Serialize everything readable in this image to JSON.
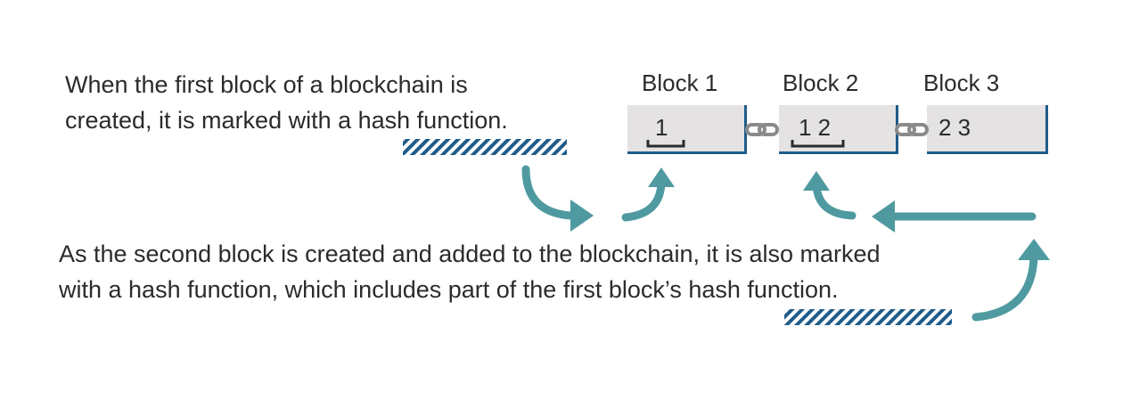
{
  "captions": {
    "first_line1": "When the first block of a blockchain is",
    "first_line2": "created, it is marked with a hash function.",
    "second_line1": "As the second block is created and added to the blockchain, it is also marked",
    "second_line2": "with a hash function, which includes part of the first block’s hash function."
  },
  "blocks": [
    {
      "label": "Block 1",
      "hash": "1"
    },
    {
      "label": "Block 2",
      "hash": "1 2"
    },
    {
      "label": "Block 3",
      "hash": "2 3"
    }
  ],
  "colors": {
    "arrow": "#4f9aa0",
    "hatch": "#1f5c8a",
    "block_fill": "#e4e2e2",
    "chain": "#8a8a8a"
  },
  "icons": [
    "chain-link-icon",
    "chain-link-icon"
  ]
}
